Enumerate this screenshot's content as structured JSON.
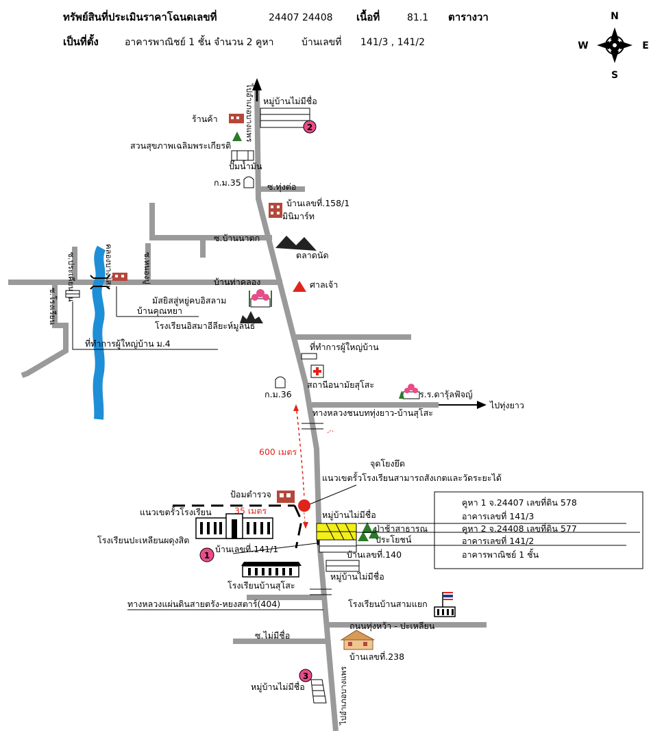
{
  "header": {
    "line1_label": "ทรัพย์สินที่ประเมินราคาโฉนดเลขที่",
    "deed_numbers": "24407 24408",
    "area_label": "เนื้อที่",
    "area_value": "81.1",
    "area_unit": "ตารางวา",
    "line2_label": "เป็นที่ตั้ง",
    "building_desc": "อาคารพาณิชย์ 1  ชั้น จำนวน 2 คูหา",
    "house_no_label": "บ้านเลขที่",
    "house_no_value": "141/3 , 141/2"
  },
  "compass": {
    "n": "N",
    "s": "S",
    "e": "E",
    "w": "W"
  },
  "roads": {
    "main_north": "ไปอำเภอบางแพร",
    "main_south": "ไปอำเภอบางแพร",
    "left_vertical_1": "ซ.ประเคียนบน",
    "left_vertical_2": "ซ.หนองปู",
    "left_vertical_3": "ซ.โรงเรียน",
    "khlong": "คลองบางโสะ",
    "thungto": "ซ.ทุ่งต่อ",
    "bannatok": "ซ.บ้านนาตก",
    "banthakhlong": "บ้านท่าคลอง",
    "rural_road": "ทางหลวงชนบททุ่งยาว-บ้านสุโสะ",
    "to_thungyao": "ไปทุ่งยาว",
    "highway": "ทางหลวงแผ่นดินสายตรัง-หยงสตาร์(404)",
    "thungwa": "ถนนทุ่งหว้า - ปะเหลียน",
    "no_name_soi": "ซ.ไม่มีชื่อ"
  },
  "labels": {
    "village_no_name_top": "หมู่บ้านไม่มีชื่อ",
    "shop": "ร้านค้า",
    "park": "สวนสุขภาพเฉลิมพระเกียรติ",
    "gas_station": "ปั๊มน้ำมัน",
    "km35": "ก.ม.35",
    "house_158": "บ้านเลขที่.158/1",
    "minimart": "มินิมาร์ท",
    "market": "ตลาดนัด",
    "shrine": "ศาลเจ้า",
    "mosque": "มัสยิสสู่หยู่คบอิสลาม",
    "islamic_school": "โรงเรียนอิสมาอีลียะห์มูลนิธิ",
    "ban_khunya": "บ้านคุณหยา",
    "headman_office_m4": "ที่ทำการผู้ใหญ่บ้าน ม.4",
    "headman_office": "ที่ทำการผู้ใหญ่บ้าน",
    "health_station": "สถานีอนามัยสุโสะ",
    "km36": "ก.ม.36",
    "school_daru": "ร.ร.ดารุ้ลฟัจญ์",
    "distance_600": "600 เมตร",
    "landmark": "จุดโยงยึด",
    "landmark_desc": "แนวเขตรั้วโรงเรียนสามารถสังเกตและวัดระยะได้",
    "police_box": "ป้อมตำรวจ",
    "school_fence": "แนวเขตรั้วโรงเรียน",
    "distance_35": "35 เมตร",
    "village_no_name_mid": "หมู่บ้านไม่มีชื่อ",
    "public_land": "ป่าช้าสาธารณ",
    "public_land2": "ประโยชน์",
    "school_palian": "โรงเรียนปะเหลียนผดุงสิต",
    "house_141_1": "บ้านเลขที่.141/1",
    "house_140": "บ้านเลขที่.140",
    "village_no_name_low": "หมู่บ้านไม่มีชื่อ",
    "school_suso": "โรงเรียนบ้านสุโสะ",
    "school_samyaek": "โรงเรียนบ้านสามแยก",
    "house_238": "บ้านเลขที่.238",
    "village_no_name_bottom": "หมู่บ้านไม่มีชื่อ"
  },
  "markers": {
    "m1": "1",
    "m2": "2",
    "m3": "3"
  },
  "info_box": {
    "row1": "คูหา  1 จ.24407  เลขที่ดิน  578",
    "row2": "อาคารเลขที่  141/3",
    "row3": "คูหา  2 จ.24408  เลขที่ดิน  577",
    "row4": "อาคารเลขที่  141/2",
    "row5": "อาคารพาณิชย์  1  ชั้น"
  },
  "colors": {
    "road": "#9a9a9a",
    "river": "#1e8fd6",
    "marker": "#e84c8a",
    "red": "#e0241b",
    "property": "#f2ef1a",
    "building": "#b5473a"
  },
  "icons": [
    "compass-rose-icon",
    "shop-icon",
    "tree-icon",
    "gas-station-icon",
    "km-post-icon",
    "market-icon",
    "shrine-icon",
    "mosque-icon",
    "school-icon",
    "hospital-icon",
    "flag-icon",
    "house-icon",
    "police-box-icon"
  ]
}
